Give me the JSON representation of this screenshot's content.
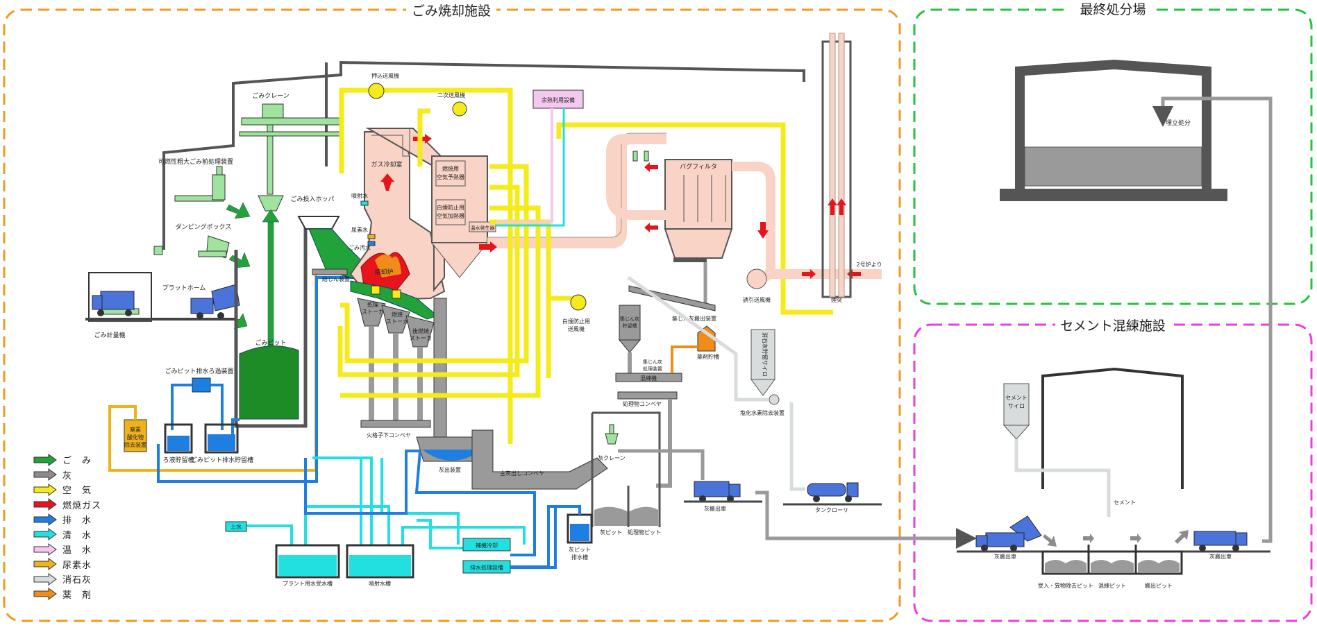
{
  "sections": {
    "incineration": "ごみ焼却施設",
    "landfill": "最終処分場",
    "cement": "セメント混練施設"
  },
  "labels": {
    "garbage_scale": "ごみ計量機",
    "platform": "プラットホーム",
    "dumping_box": "ダンピングボックス",
    "bulky_preprocess": "可燃性粗大ごみ前処理装置",
    "crane": "ごみクレーン",
    "pit": "ごみピット",
    "pit_drain_filter": "ごみピット排水ろ過装置",
    "filtrate_tank": "ろ液貯留槽",
    "pit_drain_tank": "ごみピット排水貯留槽",
    "denox_line1": "窒素",
    "denox_line2": "酸化物",
    "denox_line3": "除去装置",
    "hopper": "ごみ投入ホッパ",
    "spray_water": "噴射水",
    "urea_water": "尿素水",
    "garbage_drain": "ごみ汚水",
    "incinerator": "焼却炉",
    "feeder": "給じん装置",
    "dry_stoker_1": "乾燥",
    "dry_stoker_2": "ストーカ",
    "burn_stoker_1": "燃焼",
    "burn_stoker_2": "ストーカ",
    "post_stoker_1": "後燃焼",
    "post_stoker_2": "ストーカ",
    "gas_cooling": "ガス冷却室",
    "air_preheater_1": "燃焼用",
    "air_preheater_2": "空気予熱器",
    "whitesmoke_heater_1": "白煙防止用",
    "whitesmoke_heater_2": "空気加熱器",
    "warm_water_gen": "温水発生器",
    "forced_fan": "押込送風機",
    "secondary_fan": "二次送風機",
    "heat_util": "余熱利用設備",
    "whitesmoke_fan_1": "白煙防止用",
    "whitesmoke_fan_2": "送風機",
    "bag_filter": "バグフィルタ",
    "induced_fan": "誘引送風機",
    "chimney": "煙突",
    "from_no2": "2号炉より",
    "fly_ash_discharge": "集じん灰搬出装置",
    "fly_ash_storage_1": "集じん灰",
    "fly_ash_storage_2": "貯留槽",
    "fly_ash_treat_1": "集じん灰",
    "fly_ash_treat_2": "処理装置",
    "chemical_tank": "薬剤貯槽",
    "kneader": "混練機",
    "treated_conveyor": "処理物コンベヤ",
    "slaked_lime_silo": "消石灰貯留サイロ",
    "hcl_removal": "塩化水素除去装置",
    "drop_conveyor": "火格子下コンベヤ",
    "ash_discharger": "灰出装置",
    "main_ash_conveyor": "主灰出しコンベヤ",
    "ash_crane": "灰クレーン",
    "ash_pit": "灰ピット",
    "treated_pit": "処理物ピット",
    "ash_truck": "灰搬出車",
    "tank_lorry": "タンクローリ",
    "ash_pit_drain_1": "灰ピット",
    "ash_pit_drain_2": "排水槽",
    "tap_water": "上水",
    "plant_water_tank": "プラント用水受水槽",
    "spray_water_tank": "噴射水槽",
    "cooling_tower": "補機冷却",
    "drain_treatment": "排水処理設備",
    "landfill_disposal": "埋立処分",
    "cement_silo_1": "セメント",
    "cement_silo_2": "サイロ",
    "cement": "セメント",
    "ash_truck_in": "灰搬出車",
    "ash_truck_out": "灰搬出車",
    "receiving_pit": "受入・異物除去ピット",
    "mixing_pit": "混練ピット",
    "outgoing_pit": "搬出ピット"
  },
  "legend": [
    {
      "label": "ご　み",
      "color": "#22a33a"
    },
    {
      "label": "灰",
      "color": "#8c8c8c"
    },
    {
      "label": "空　気",
      "color": "#f5eb1a"
    },
    {
      "label": "燃焼ガス",
      "color": "#e8141c"
    },
    {
      "label": "排　水",
      "color": "#1f7fe0"
    },
    {
      "label": "清　水",
      "color": "#22e0e0"
    },
    {
      "label": "温　水",
      "color": "#f5c8f0"
    },
    {
      "label": "尿素水",
      "color": "#f0b21a"
    },
    {
      "label": "消石灰",
      "color": "#d8dcdc"
    },
    {
      "label": "薬　剤",
      "color": "#f08c1a"
    }
  ],
  "colors": {
    "incineration_border": "#f29a1d",
    "landfill_border": "#27c23c",
    "cement_border": "#ec3ce0",
    "garbage": "#22a33a",
    "ash": "#8c8c8c",
    "air": "#f5eb1a",
    "gas": "#e8141c",
    "drain": "#1f7fe0",
    "clean": "#22e0e0",
    "warm": "#f5c8f0",
    "urea": "#f0b21a",
    "lime": "#d8dcdc",
    "chem": "#f08c1a",
    "duct": "#f8d3c6"
  }
}
